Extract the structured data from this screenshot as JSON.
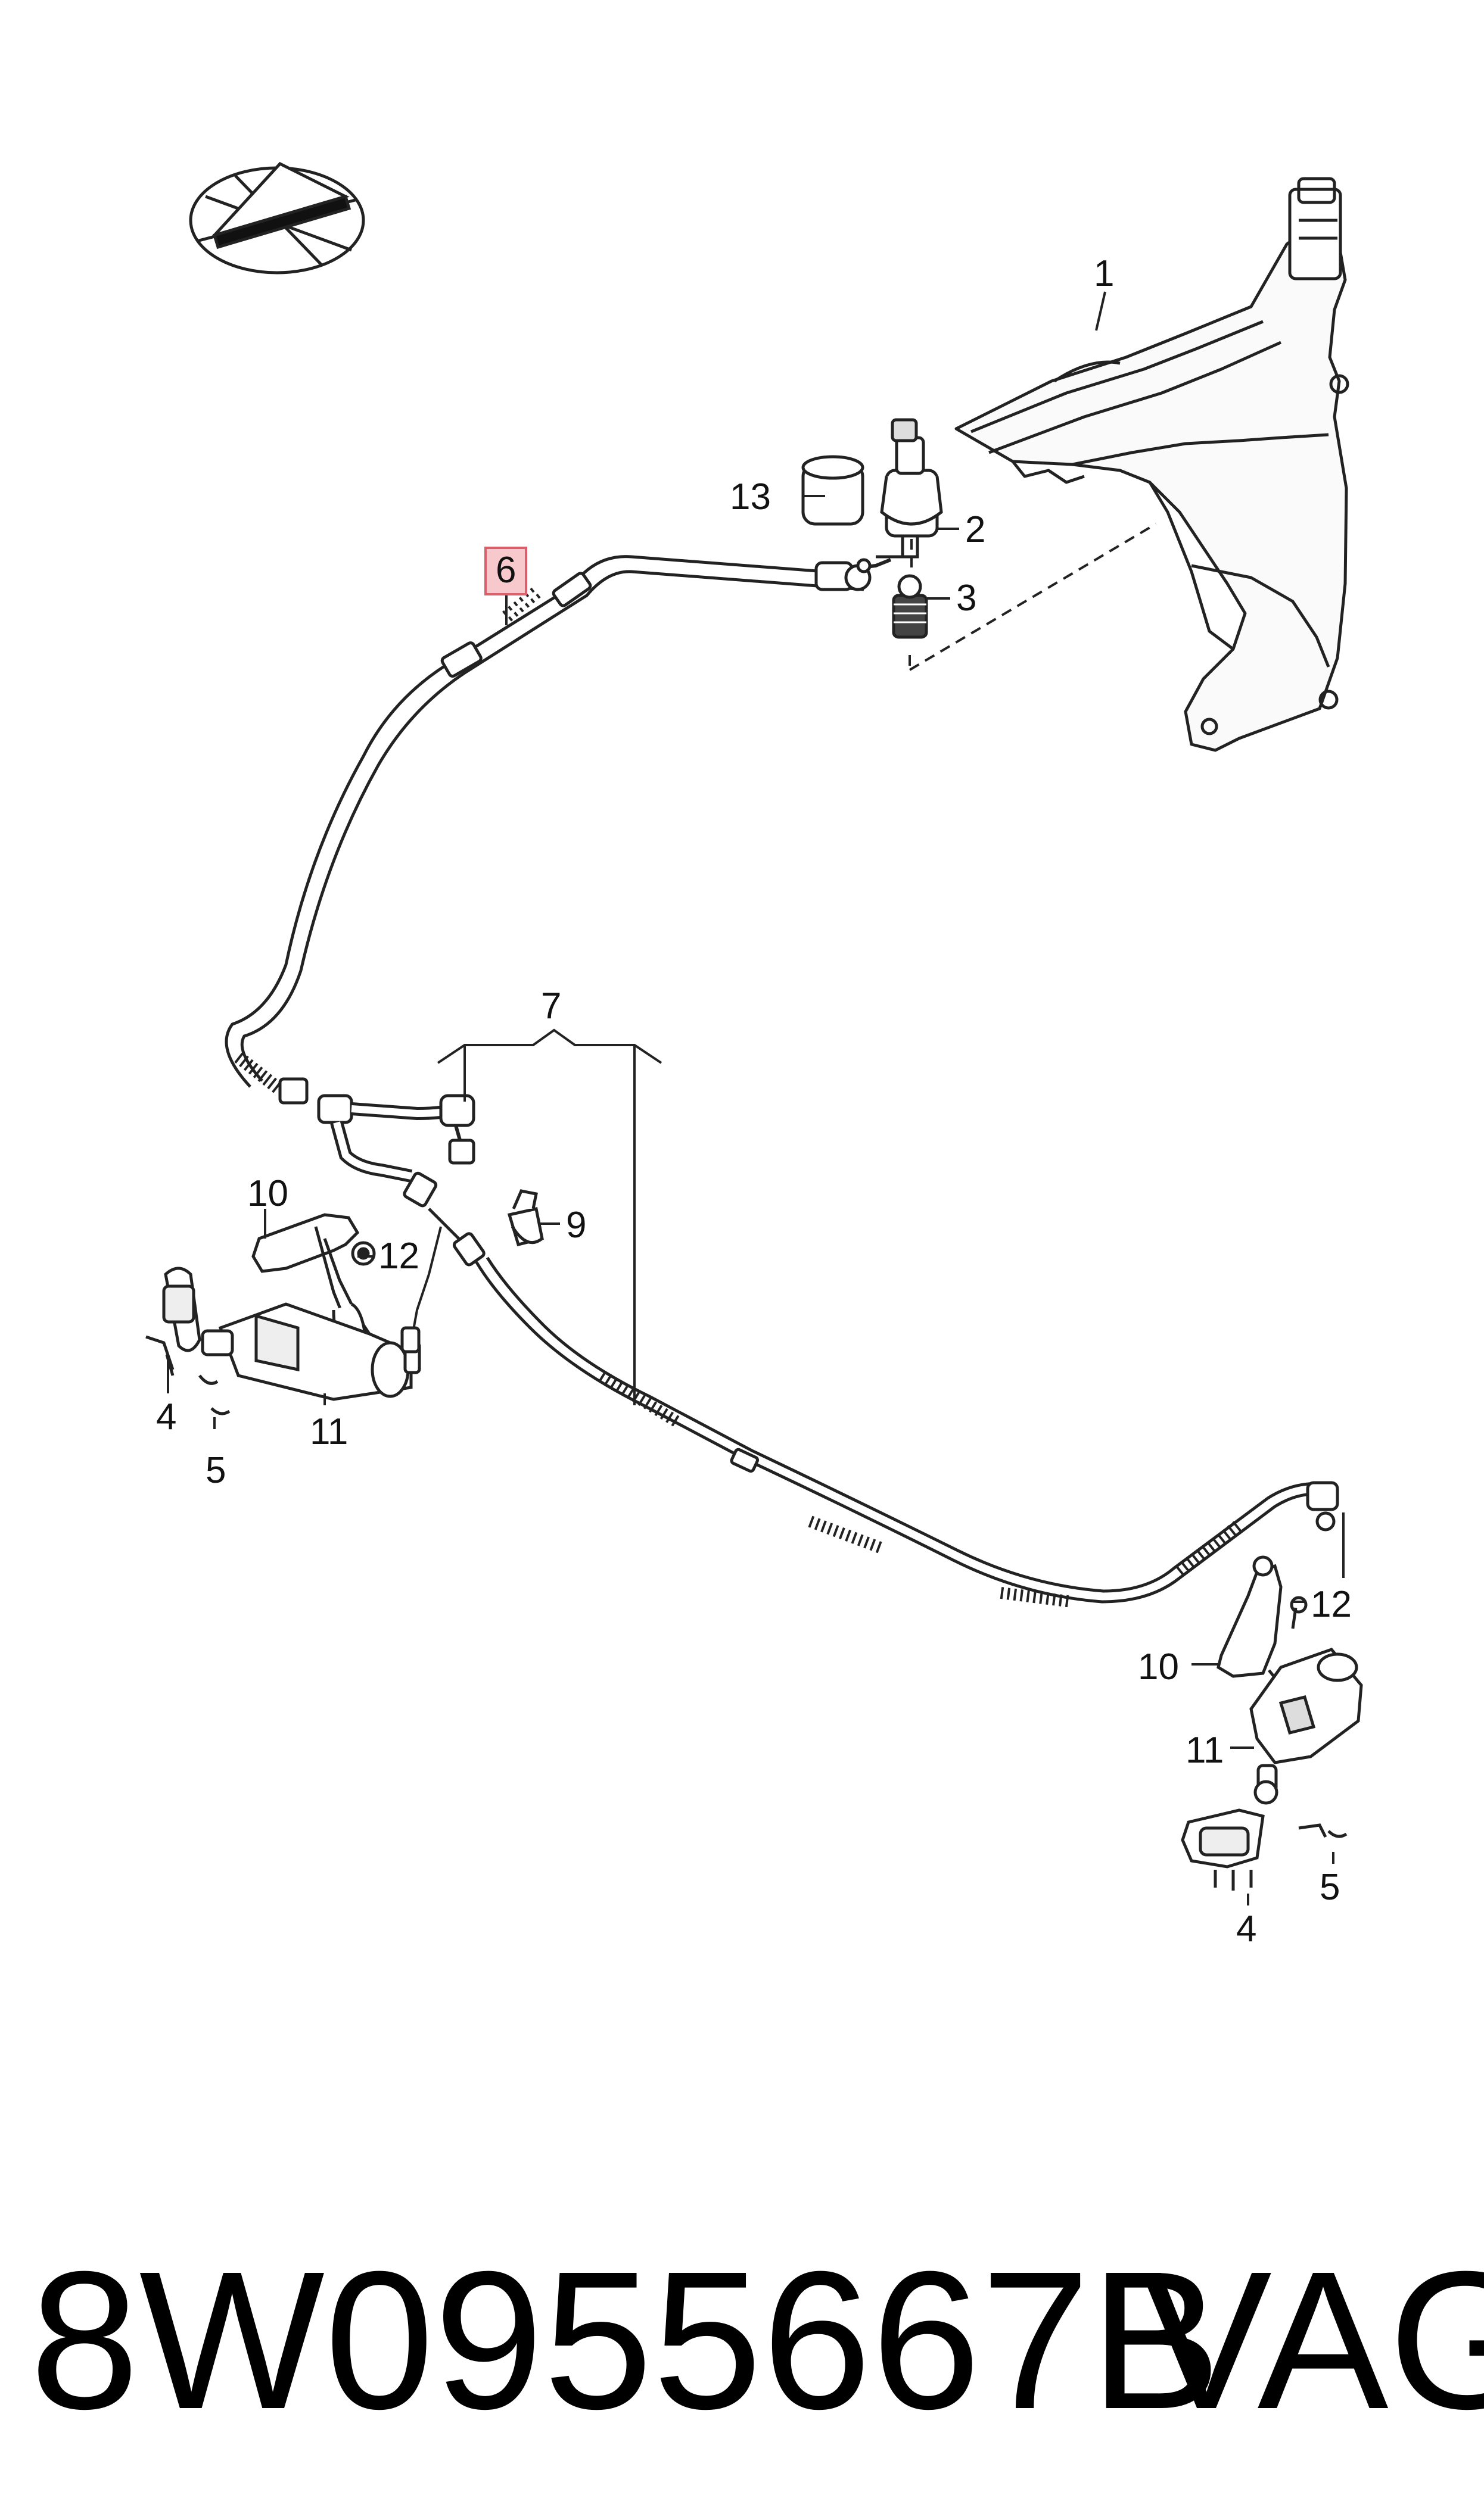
{
  "diagram": {
    "callouts": [
      {
        "id": "1",
        "label": "1"
      },
      {
        "id": "2",
        "label": "2"
      },
      {
        "id": "3",
        "label": "3"
      },
      {
        "id": "13",
        "label": "13"
      },
      {
        "id": "6",
        "label": "6",
        "highlighted": true
      },
      {
        "id": "7",
        "label": "7"
      },
      {
        "id": "9",
        "label": "9"
      },
      {
        "id": "10a",
        "label": "10"
      },
      {
        "id": "12a",
        "label": "12"
      },
      {
        "id": "4a",
        "label": "4"
      },
      {
        "id": "11a",
        "label": "11"
      },
      {
        "id": "5a",
        "label": "5"
      },
      {
        "id": "12b",
        "label": "12"
      },
      {
        "id": "10b",
        "label": "10"
      },
      {
        "id": "11b",
        "label": "11"
      },
      {
        "id": "5b",
        "label": "5"
      },
      {
        "id": "4b",
        "label": "4"
      }
    ],
    "highlight_color": "#f7c9cc",
    "highlight_border": "#d9606a"
  },
  "footer": {
    "part_number": "8W0955667B",
    "brand": "VAG"
  }
}
